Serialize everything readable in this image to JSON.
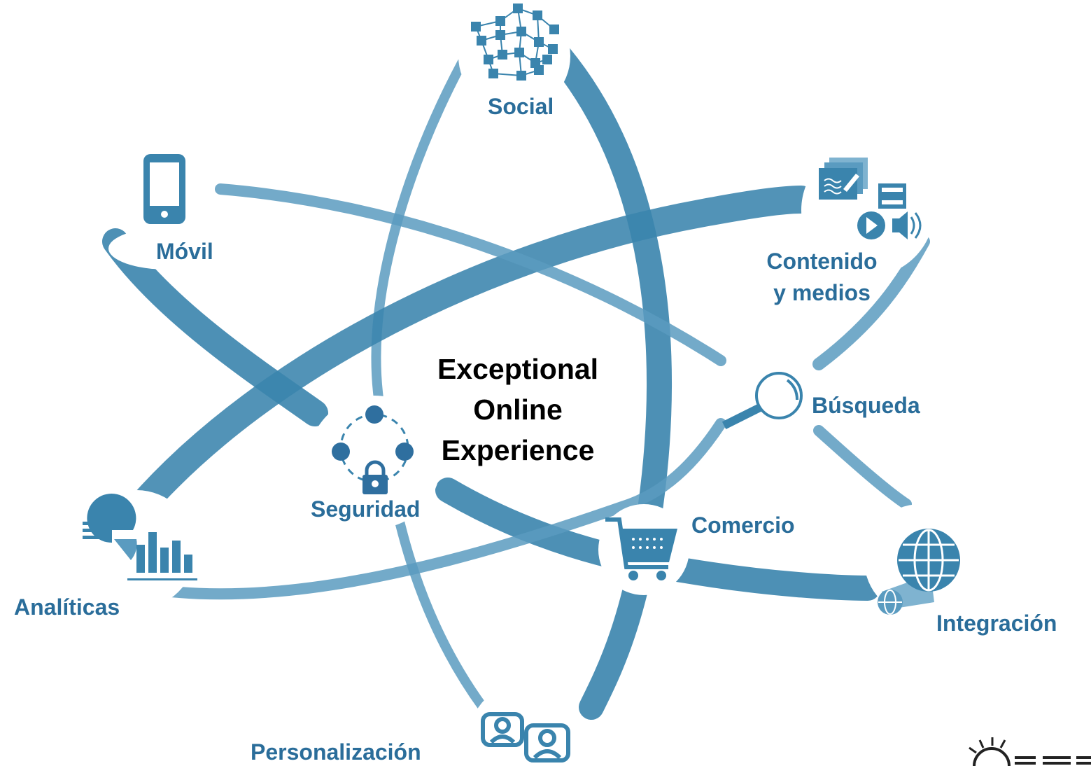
{
  "colors": {
    "orbit": "#3a84ad",
    "label": "#2a6d9a",
    "icon": "#2f73a3",
    "center_text": "#000000"
  },
  "center": {
    "line1": "Exceptional",
    "line2": "Online",
    "line3": "Experience"
  },
  "nodes": [
    {
      "key": "social",
      "label": "Social",
      "icon": "network-icon"
    },
    {
      "key": "movil",
      "label": "Móvil",
      "icon": "smartphone-icon"
    },
    {
      "key": "contenido",
      "label_line1": "Contenido",
      "label_line2": "y medios",
      "icon": "media-files-icon"
    },
    {
      "key": "busqueda",
      "label": "Búsqueda",
      "icon": "magnifier-icon"
    },
    {
      "key": "seguridad",
      "label": "Seguridad",
      "icon": "secure-network-icon"
    },
    {
      "key": "comercio",
      "label": "Comercio",
      "icon": "shopping-cart-icon"
    },
    {
      "key": "analiticas",
      "label": "Analíticas",
      "icon": "analytics-chart-icon"
    },
    {
      "key": "integracion",
      "label": "Integración",
      "icon": "globe-icon"
    },
    {
      "key": "personalizacion",
      "label": "Personalización",
      "icon": "user-profiles-icon"
    }
  ],
  "logo": {
    "name": "ibm-logo-partial"
  }
}
